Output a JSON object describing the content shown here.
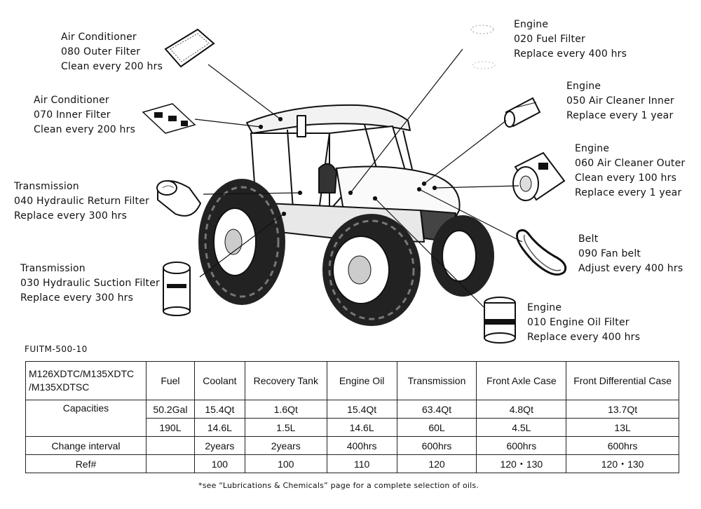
{
  "callouts": {
    "outer_filter": {
      "line1": "Air Conditioner",
      "line2": "080 Outer Filter",
      "line3": "Clean every 200 hrs"
    },
    "inner_filter": {
      "line1": "Air Conditioner",
      "line2": "070 Inner Filter",
      "line3": "Clean every 200 hrs"
    },
    "hyd_return": {
      "line1": "Transmission",
      "line2": "040 Hydraulic Return Filter",
      "line3": "Replace every 300 hrs"
    },
    "hyd_suction": {
      "line1": "Transmission",
      "line2": "030 Hydraulic Suction Filter",
      "line3": "Replace every 300 hrs"
    },
    "fuel_filter": {
      "line1": "Engine",
      "line2": "020 Fuel Filter",
      "line3": "Replace every 400 hrs"
    },
    "air_inner": {
      "line1": "Engine",
      "line2": "050 Air Cleaner Inner",
      "line3": "Replace every 1 year"
    },
    "air_outer": {
      "line1": "Engine",
      "line2": "060 Air Cleaner Outer",
      "line3": "Clean every 100 hrs",
      "line4": "Replace every 1 year"
    },
    "fan_belt": {
      "line1": "Belt",
      "line2": "090 Fan belt",
      "line3": "Adjust every 400 hrs"
    },
    "oil_filter": {
      "line1": "Engine",
      "line2": "010 Engine Oil Filter",
      "line3": "Replace every 400 hrs"
    }
  },
  "doc_ref": "FUITM-500-10",
  "table": {
    "model_line1": "M126XDTC/M135XDTC",
    "model_line2": "/M135XDTSC",
    "headers": [
      "Fuel",
      "Coolant",
      "Recovery Tank",
      "Engine Oil",
      "Transmission",
      "Front Axle Case",
      "Front Differential Case"
    ],
    "capacities_label": "Capacities",
    "capacities_us": [
      "50.2Gal",
      "15.4Qt",
      "1.6Qt",
      "15.4Qt",
      "63.4Qt",
      "4.8Qt",
      "13.7Qt"
    ],
    "capacities_metric": [
      "190L",
      "14.6L",
      "1.5L",
      "14.6L",
      "60L",
      "4.5L",
      "13L"
    ],
    "interval_label": "Change interval",
    "intervals": [
      "",
      "2years",
      "2years",
      "400hrs",
      "600hrs",
      "600hrs",
      "600hrs"
    ],
    "ref_label": "Ref#",
    "refs": [
      "",
      "100",
      "100",
      "110",
      "120",
      "120・130",
      "120・130"
    ]
  },
  "footnote": "*see “Lubrications & Chemicals” page for a complete selection of oils."
}
